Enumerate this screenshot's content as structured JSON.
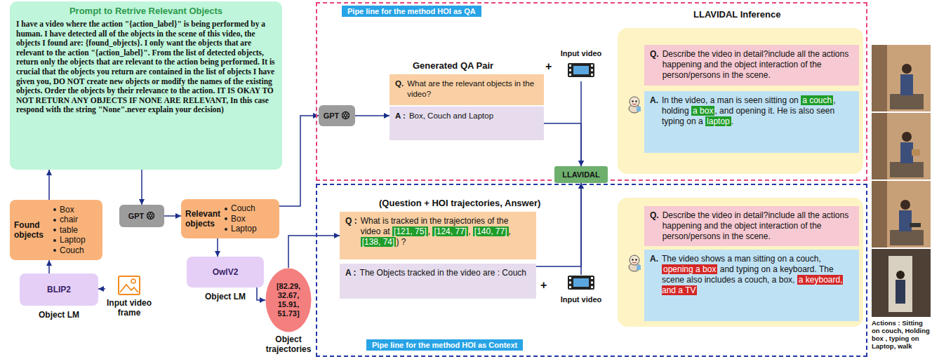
{
  "diagram": {
    "nodes": [
      {
        "text": [
          "Prompt to Retrive Relevant Objects",
          "I have a video where the action \"{action_label}\" is being performed by a human. I have detected all of the objects in the scene of this video, the objects I found are: {found_objects}. I only want the objects that are relevant to the action \"{action_label}\". From the list of detected objects, return only the objects that are relevant to the action being performed. It is crucial that the objects you return are contained in the list of objects I have given you, DO NOT create new objects or modify the names of the existing objects. Order the objects by their relevance to the action. IT IS OKAY TO NOT RETURN ANY OBJECTS IF NONE ARE RELEVANT, In this case respond with the string \"None\".never explain your decision)"
        ]
      },
      {
        "text": [
          "Found objects",
          "Box",
          "chair",
          "table",
          "Laptop",
          "Couch"
        ]
      },
      {
        "text": [
          "BLIP2",
          "Object LM"
        ]
      },
      {
        "text": [
          "Input video frame"
        ]
      },
      {
        "text": [
          "GPT"
        ]
      },
      {
        "text": [
          "Relevant objects",
          "Couch",
          "Box",
          "Laptop"
        ]
      },
      {
        "text": [
          "OwlV2",
          "Object LM"
        ]
      },
      {
        "text": [
          "[82.29, 32.67, 15.91, 51.73]",
          "Object trajectories"
        ]
      },
      {
        "text": [
          "Pipe line for the method HOI as QA"
        ]
      },
      {
        "text": [
          "GPT"
        ],
        "in": 8
      },
      {
        "text": [
          "Q.",
          "What are the relevant objects in the video?"
        ],
        "in": 8
      },
      {
        "text": [
          "A :",
          "Box, Couch and Laptop"
        ],
        "in": 8
      },
      {
        "text": [
          "Input video"
        ],
        "in": 8
      },
      {
        "text": [
          "LLAVIDAL Inference"
        ],
        "in": 8
      },
      {
        "text": [
          "Q.",
          "Describe the video in detail?include all the actions happening and the object interaction of the person/persons in the scene."
        ],
        "in": 13
      },
      {
        "text": [
          "A.",
          "In the video, a man is seen sitting on a couch, holding a box, and opening it. He is also seen typing on a laptop."
        ],
        "in": 13
      },
      {
        "text": [
          "LLAVIDAL"
        ]
      },
      {
        "text": [
          "Pipe line for the method HOI as Context"
        ]
      },
      {
        "text": [
          "Q :",
          "What is tracked in the trajectories of the video at [121, 75], [124, 77], [140, 77], [138, 74]) ?"
        ],
        "in": 17
      },
      {
        "text": [
          "A :",
          "The Objects tracked in the video are : Couch"
        ],
        "in": 17
      },
      {
        "text": [
          "Input video"
        ],
        "in": 17
      },
      {
        "text": [],
        "in": 17
      },
      {
        "text": [
          "Q.",
          "Describe the video in detail?include all the actions happening and the object interaction of the person/persons in the scene."
        ],
        "in": 21
      },
      {
        "text": [
          "A.",
          "The video shows a man sitting on a couch, opening a box and typing on a keyboard. The scene also includes a couch, a box, a keyboard, and a TV"
        ],
        "in": 21
      }
    ],
    "edges": [
      {
        "from": 1,
        "to": 0,
        "arrow": "to"
      },
      {
        "from": 2,
        "to": 1,
        "arrow": "to"
      },
      {
        "from": 3,
        "to": 2,
        "arrow": "to"
      },
      {
        "from": 0,
        "to": 4,
        "arrow": "to"
      },
      {
        "from": 4,
        "to": 5,
        "arrow": "to"
      },
      {
        "from": 5,
        "to": 6,
        "arrow": "to"
      },
      {
        "from": 6,
        "to": 7,
        "arrow": "to"
      },
      {
        "from": 5,
        "to": 9,
        "arrow": "to"
      },
      {
        "from": 9,
        "to": 11,
        "arrow": "to"
      },
      {
        "from": 11,
        "to": 16,
        "arrow": "to"
      },
      {
        "from": 12,
        "to": 16,
        "arrow": "to"
      },
      {
        "from": 7,
        "to": 18,
        "arrow": "to"
      },
      {
        "from": 19,
        "to": 16,
        "arrow": "to"
      },
      {
        "from": 20,
        "to": 16,
        "arrow": "to"
      }
    ],
    "labels": [
      "Generated QA Pair",
      "+",
      "(Question + HOI trajectories, Answer)",
      "+",
      "Actions : Sitting on couch, Holding box , typing on Laptop, walk"
    ]
  }
}
